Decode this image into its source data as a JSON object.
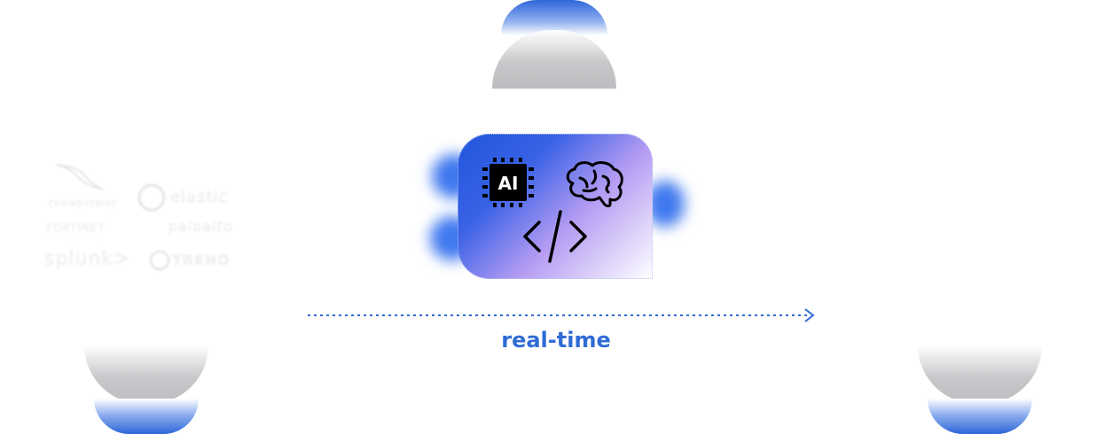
{
  "timeline": {
    "label": "real-time",
    "color": "#2f6bd4"
  },
  "card": {
    "icons": [
      "ai-chip-icon",
      "brain-icon",
      "code-icon"
    ],
    "chip_text": "AI",
    "gradient": [
      "#1f55dc",
      "#b59cf3",
      "#ffffff"
    ]
  },
  "integrations": {
    "logos": [
      "CROWDSTRIKE",
      "elastic",
      "FORTINET",
      "paloalto",
      "splunk>",
      "TREND"
    ]
  },
  "colors": {
    "accent_blue": "#2e66d9",
    "dome_grey": "#bdbdc0"
  }
}
